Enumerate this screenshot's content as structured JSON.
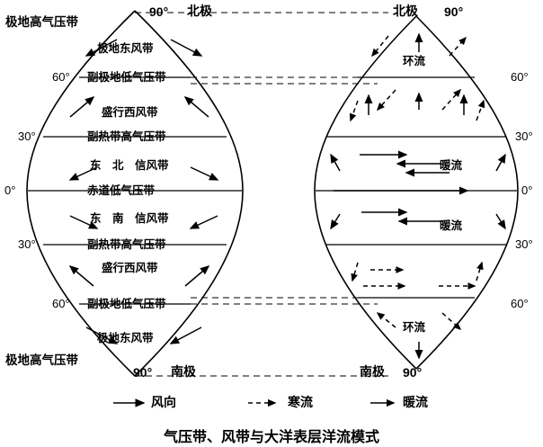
{
  "diagram": {
    "caption": "气压带、风带与大洋表层洋流模式",
    "left_panel": {
      "title_top": "北极",
      "title_bottom": "南极",
      "pole_top_deg": "90°",
      "pole_bottom_deg": "90°",
      "polar_high_top": "极地高气压带",
      "polar_high_bottom": "极地高气压带",
      "latitudes": [
        "60°",
        "30°",
        "0°",
        "30°",
        "60°"
      ],
      "bands": [
        "极地东风带",
        "副极地低气压带",
        "盛行西风带",
        "副热带高气压带",
        "东　北　信风带",
        "赤道低气压带",
        "东　南　信风带",
        "副热带高气压带",
        "盛行西风带",
        "副极地低气压带",
        "极地东风带"
      ]
    },
    "right_panel": {
      "title_top": "北极",
      "title_bottom": "南极",
      "pole_top_deg": "90°",
      "pole_bottom_deg": "90°",
      "latitudes": [
        "60°",
        "30°",
        "0°",
        "30°",
        "60°"
      ],
      "currents": [
        "环流",
        "暖流",
        "暖流",
        "环流"
      ]
    },
    "legend": {
      "items": [
        {
          "icon": "solid-arrow-icon",
          "label": "风向"
        },
        {
          "icon": "dashed-arrow-icon",
          "label": "寒流"
        },
        {
          "icon": "solid-arrow-icon",
          "label": "暖流"
        }
      ]
    },
    "colors": {
      "stroke": "#000000",
      "background": "#ffffff"
    }
  }
}
